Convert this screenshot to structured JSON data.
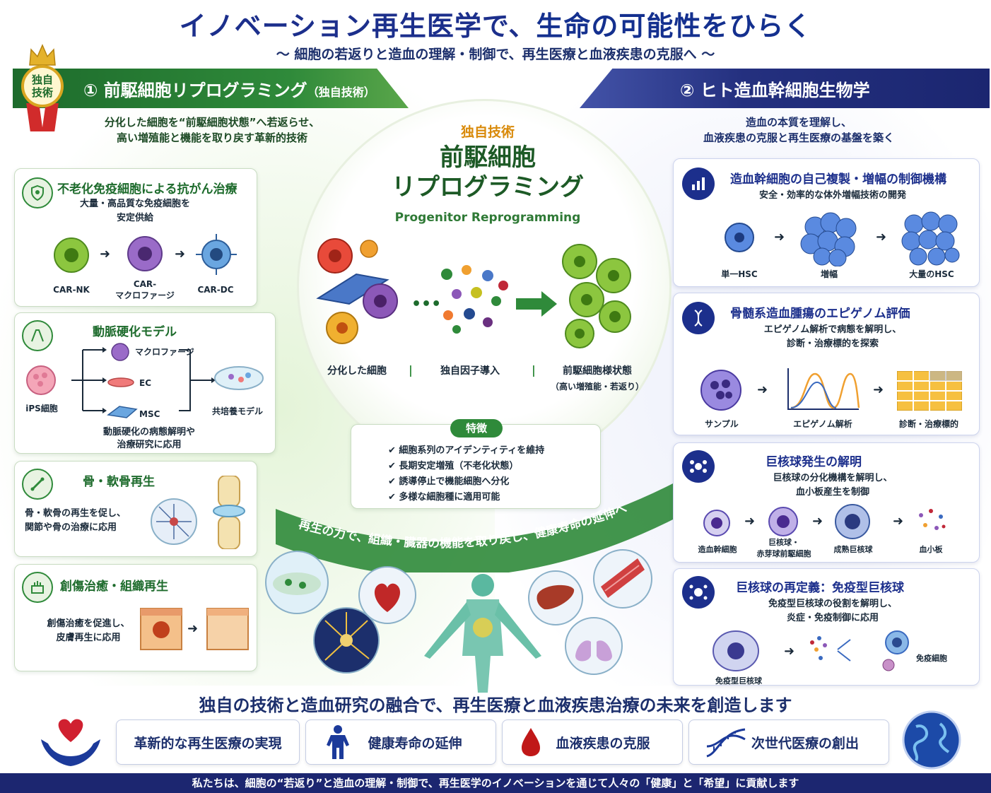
{
  "header": {
    "title_part1": "イノベーション再生医学で、",
    "title_part2": "生命の可能性をひらく",
    "subtitle": "〜 細胞の若返りと造血の理解・制御で、再生医療と血液疾患の克服へ 〜"
  },
  "badge": {
    "line1": "独自",
    "line2": "技術"
  },
  "left_section": {
    "banner": "① 前駆細胞リプログラミング",
    "banner_suffix": "（独自技術）",
    "intro_line1": "分化した細胞を“前駆細胞状態”へ若返らせ、",
    "intro_line2": "高い増殖能と機能を取り戻す革新的技術",
    "cards": {
      "immune": {
        "title": "不老化免疫細胞による抗がん治療",
        "desc_line1": "大量・高品質な免疫細胞を",
        "desc_line2": "安定供給",
        "cells": [
          "CAR-NK",
          "CAR-\nマクロファージ",
          "CAR-DC"
        ]
      },
      "athero": {
        "title": "動脈硬化モデル",
        "source": "iPS細胞",
        "branches": [
          "マクロファージ",
          "EC",
          "MSC"
        ],
        "target": "共培養モデル",
        "desc_line1": "動脈硬化の病態解明や",
        "desc_line2": "治療研究に応用"
      },
      "bone": {
        "title": "骨・軟骨再生",
        "desc_line1": "骨・軟骨の再生を促し、",
        "desc_line2": "関節や骨の治療に応用"
      },
      "wound": {
        "title": "創傷治癒・組織再生",
        "desc_line1": "創傷治癒を促進し、",
        "desc_line2": "皮膚再生に応用"
      }
    }
  },
  "center": {
    "tag": "独自技術",
    "title_line1": "前駆細胞",
    "title_line2": "リプログラミング",
    "title_en": "Progenitor Reprogramming",
    "steps": [
      "分化した細胞",
      "独自因子導入",
      "前駆細胞様状態"
    ],
    "step3_note": "（高い増殖能・若返り）",
    "features_title": "特徴",
    "features": [
      "細胞系列のアイデンティティを維持",
      "長期安定増殖（不老化状態）",
      "誘導停止で機能細胞へ分化",
      "多様な細胞種に適用可能"
    ],
    "arc_text": "再生の力で、組織・臓器の機能を取り戻し、健康寿命の延伸へ"
  },
  "right_section": {
    "banner": "② ヒト造血幹細胞生物学",
    "intro_line1": "造血の本質を理解し、",
    "intro_line2": "血液疾患の克服と再生医療の基盤を築く",
    "cards": {
      "hsc": {
        "title": "造血幹細胞の自己複製・増幅の制御機構",
        "desc": "安全・効率的な体外増幅技術の開発",
        "labels": [
          "単一HSC",
          "増幅",
          "大量のHSC"
        ]
      },
      "epi": {
        "title": "骨髄系造血腫瘍のエピゲノム評価",
        "desc_line1": "エピゲノム解析で病態を解明し、",
        "desc_line2": "診断・治療標的を探索",
        "labels": [
          "サンプル",
          "エピゲノム解析",
          "診断・治療標的"
        ]
      },
      "mk": {
        "title": "巨核球発生の解明",
        "desc_line1": "巨核球の分化機構を解明し、",
        "desc_line2": "血小板産生を制御",
        "labels": [
          "造血幹細胞",
          "巨核球・\n赤芽球前駆細胞",
          "成熟巨核球",
          "血小板"
        ]
      },
      "immune_mk": {
        "title": "巨核球の再定義：免疫型巨核球",
        "desc_line1": "免疫型巨核球の役割を解明し、",
        "desc_line2": "炎症・免疫制御に応用",
        "labels": [
          "免疫型巨核球",
          "免疫細胞"
        ]
      }
    }
  },
  "bottom": {
    "headline": "独自の技術と造血研究の融合で、再生医療と血液疾患治療の未来を創造します",
    "pills": [
      "革新的な再生医療の実現",
      "健康寿命の延伸",
      "血液疾患の克服",
      "次世代医療の創出"
    ],
    "footer": "私たちは、細胞の“若返り”と造血の理解・制御で、再生医学のイノベーションを通じて人々の「健康」と「希望」に貢献します"
  },
  "colors": {
    "green": "#1d6b2c",
    "navy": "#1c2f8c",
    "red": "#d12b2b"
  }
}
